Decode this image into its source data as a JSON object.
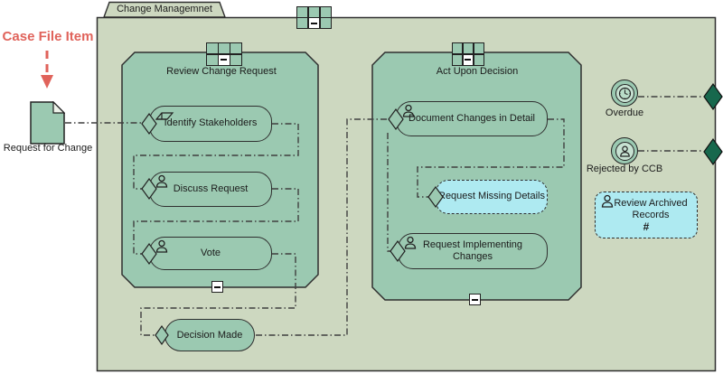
{
  "colors": {
    "case_fill": "#cdd8c0",
    "stage_fill": "#9bc9b1",
    "highlight_fill": "#aeeaf1",
    "exit_diamond_fill": "#17684d",
    "annotation_red": "#e0635b"
  },
  "annotation": {
    "label": "Case File Item"
  },
  "case_file_item": {
    "label": "Request for Change"
  },
  "case": {
    "title": "Change Managemnet",
    "stages": [
      {
        "title": "Review Change Request",
        "tasks": [
          {
            "label": "Identify Stakeholders",
            "icon": "case-task"
          },
          {
            "label": "Discuss Request",
            "icon": "human-task"
          },
          {
            "label": "Vote",
            "icon": "human-task"
          }
        ]
      },
      {
        "title": "Act Upon Decision",
        "tasks": [
          {
            "label": "Document Changes in Detail",
            "icon": "human-task"
          },
          {
            "label": "Request Missing Details",
            "icon": "none"
          },
          {
            "label": "Request Implementing Changes",
            "icon": "human-task"
          }
        ]
      }
    ],
    "milestone": {
      "label": "Decision Made"
    },
    "events": [
      {
        "label": "Overdue",
        "type": "timer"
      },
      {
        "label": "Rejected by CCB",
        "type": "user"
      }
    ],
    "discretionary_task": {
      "label": "Review Archived Records",
      "marker": "#"
    }
  }
}
